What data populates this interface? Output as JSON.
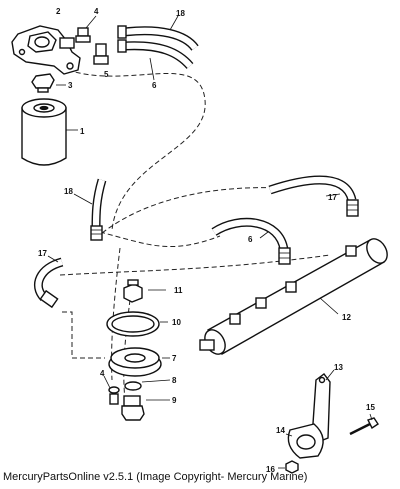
{
  "callouts": {
    "c1": "1",
    "c2": "2",
    "c3": "3",
    "c4a": "4",
    "c4b": "4",
    "c5": "5",
    "c6a": "6",
    "c6b": "6",
    "c7": "7",
    "c8": "8",
    "c9": "9",
    "c10": "10",
    "c11": "11",
    "c12": "12",
    "c13": "13",
    "c14": "14",
    "c15": "15",
    "c16": "16",
    "c17a": "17",
    "c17b": "17",
    "c18a": "18",
    "c18b": "18"
  },
  "footer": {
    "credit": "MercuryPartsOnline v2.5.1 (Image Copyright- Mercury Marine)"
  }
}
